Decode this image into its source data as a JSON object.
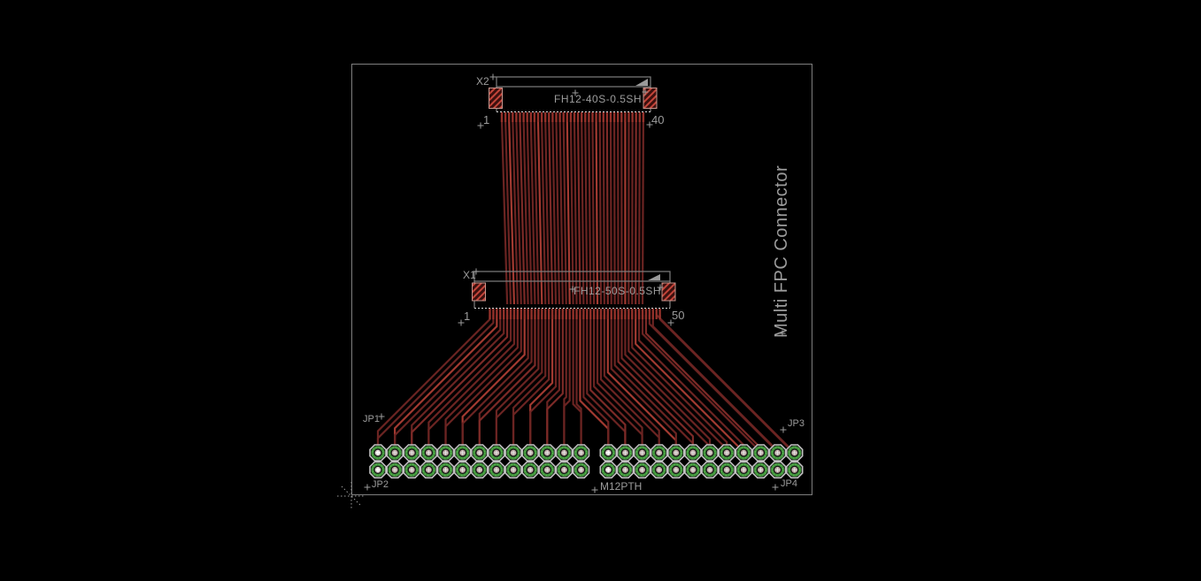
{
  "board": {
    "title": "Multi FPC Connector"
  },
  "connectors": [
    {
      "ref": "X2",
      "value": "FH12-40S-0.5SH",
      "pins": 40,
      "first_pin_label": "1",
      "last_pin_label": "40"
    },
    {
      "ref": "X1",
      "value": "FH12-50S-0.5SH",
      "pins": 50,
      "first_pin_label": "1",
      "last_pin_label": "50"
    }
  ],
  "headers": [
    {
      "ref": "JP1",
      "pins": 13,
      "position": "top-left"
    },
    {
      "ref": "JP2",
      "pins": 13,
      "position": "bottom-left"
    },
    {
      "ref": "JP3",
      "pins": 12,
      "position": "top-right"
    },
    {
      "ref": "JP4",
      "pins": 12,
      "position": "bottom-right"
    }
  ],
  "package_label": "M12PTH",
  "colors": {
    "background": "#000000",
    "board_outline": "#7e7e7e",
    "silkscreen_text": "#9c9c9c",
    "trace_dark": "#6b2422",
    "trace_mid": "#7c2a27",
    "trace_bright": "#a23a31",
    "smd_pad": "#93312a",
    "hatch_line": "#c4453a",
    "hatch_bg": "#3c100e",
    "hatch_border": "#c9968e",
    "pth_outline": "#c0c0c0",
    "pth_ring_green": "#3f8f3a",
    "pth_ring_green_bright": "#57b34e",
    "pth_inner": "#bda7a4",
    "pth_cross": "#e6e6e6"
  }
}
